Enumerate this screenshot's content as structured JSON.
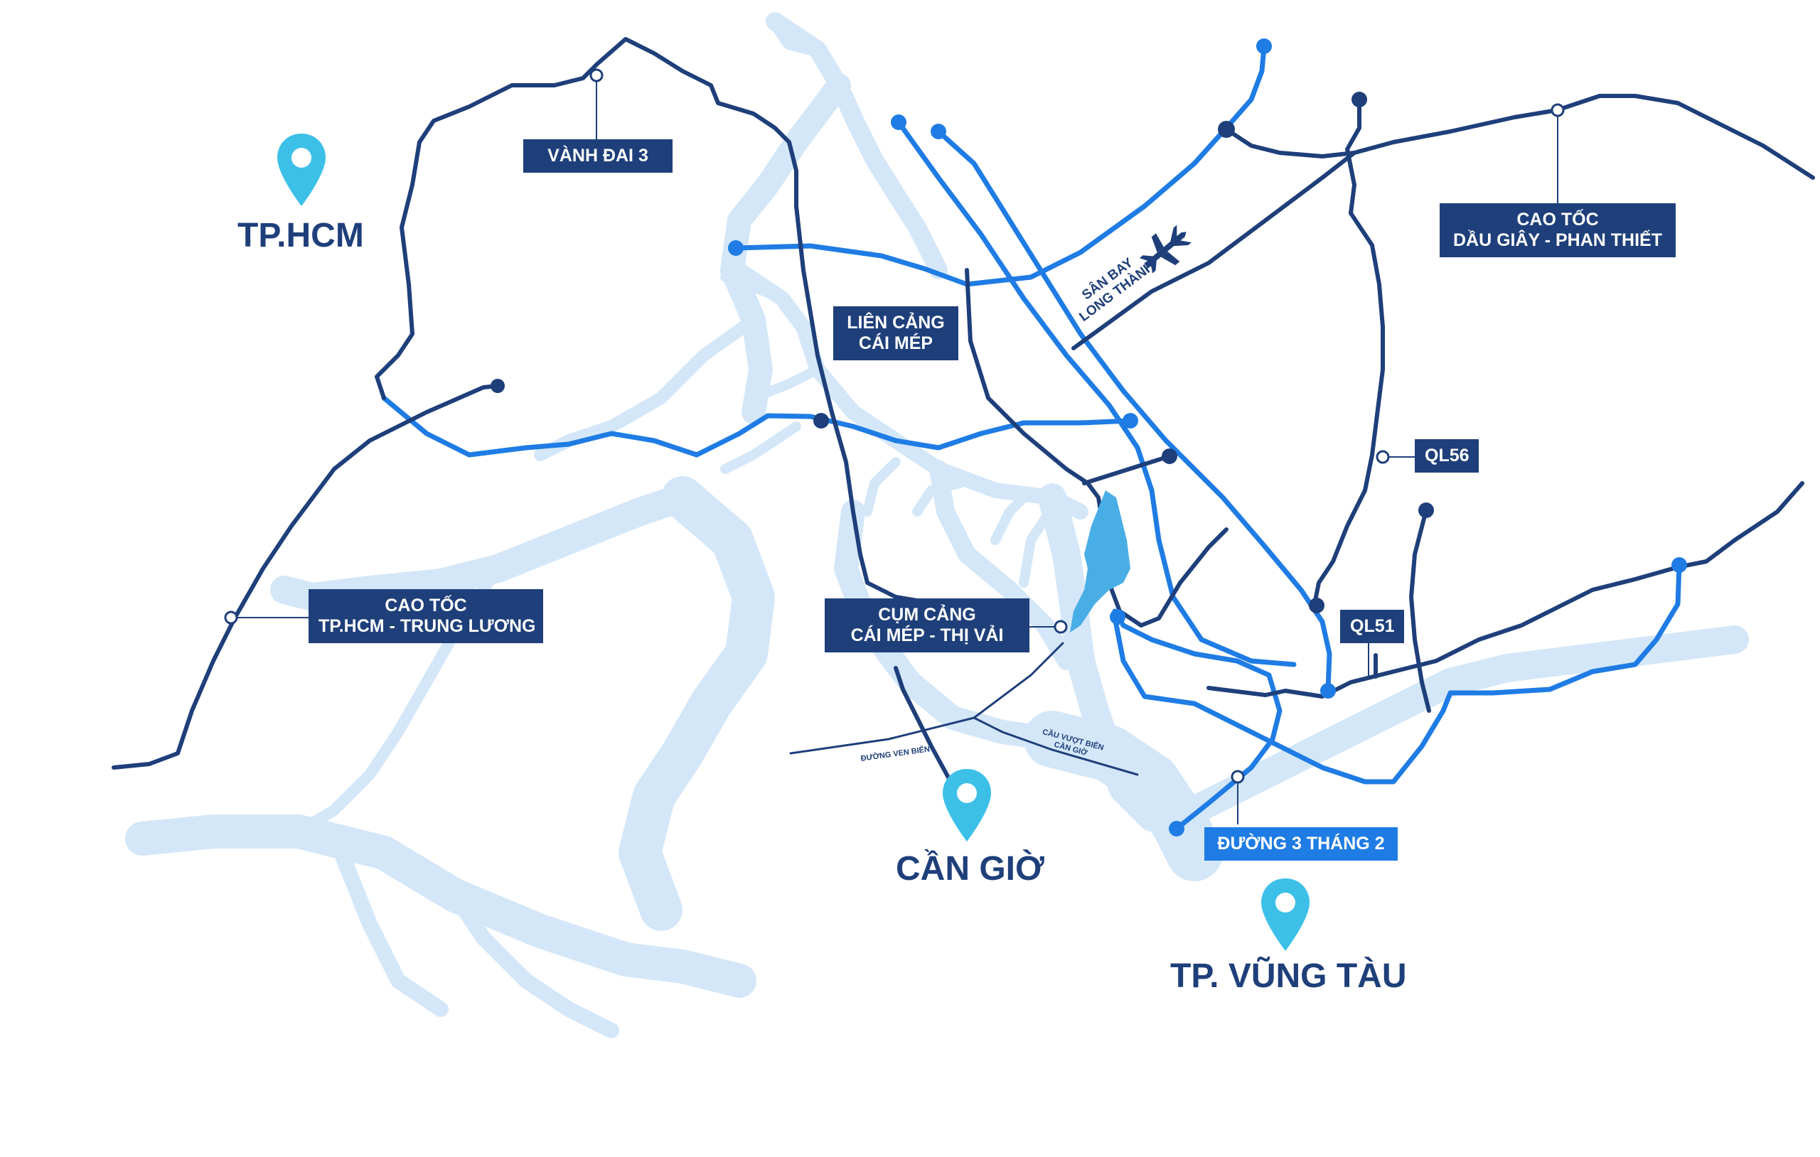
{
  "colors": {
    "dark_road": "#1e3f7a",
    "light_road": "#1f7ce4",
    "water": "#d4e7f8",
    "pin": "#3cc0e8"
  },
  "cities": {
    "hcm": "TP.HCM",
    "can_gio": "CẦN GIỜ",
    "vung_tau": "TP. VŨNG TÀU"
  },
  "labels": {
    "vanh_dai_3": "VÀNH ĐAI 3",
    "dau_giay": [
      "CAO TỐC",
      "DẦU GIÂY - PHAN THIẾT"
    ],
    "lien_cang": [
      "LIÊN CẢNG",
      "CÁI MÉP"
    ],
    "ql56": "QL56",
    "ql51": "QL51",
    "trung_luong": [
      "CAO TỐC",
      "TP.HCM - TRUNG LƯƠNG"
    ],
    "cum_cang": [
      "CỤM CẢNG",
      "CÁI MÉP - THỊ VẢI"
    ],
    "duong_3_thang_2": "ĐƯỜNG 3 THÁNG 2"
  },
  "airport": [
    "SÂN BAY",
    "LONG THÀNH"
  ],
  "minor_roads": {
    "ven_bien": "ĐƯỜNG VEN BIỂN",
    "cau_vuot": [
      "CẦU VƯỢT BIỂN",
      "CẦN GIỜ"
    ]
  },
  "icons": {
    "pin": "location-pin-icon",
    "plane": "airplane-icon"
  }
}
